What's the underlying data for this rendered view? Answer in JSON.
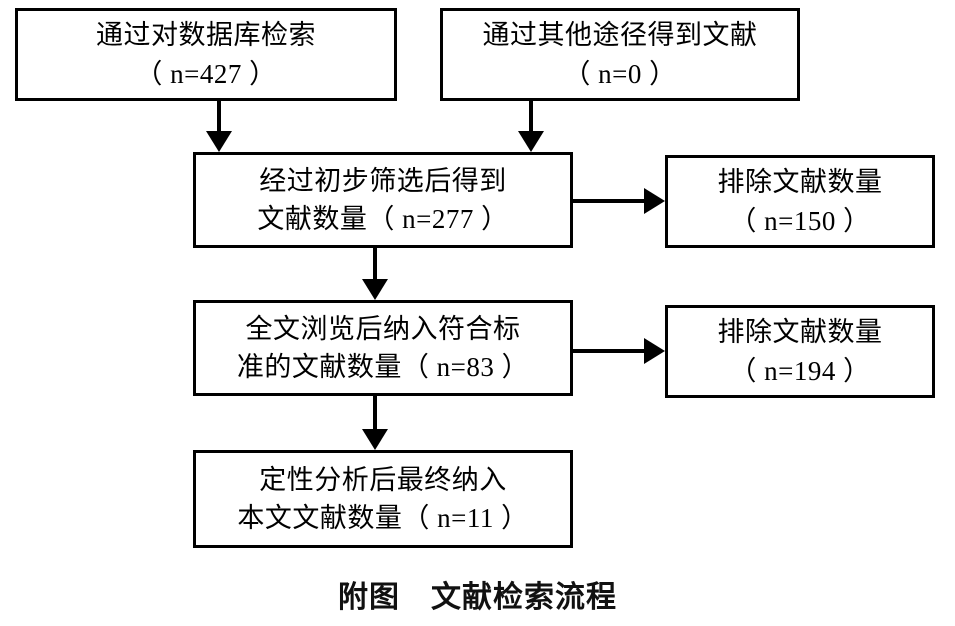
{
  "diagram": {
    "type": "flowchart",
    "title": "附图　文献检索流程",
    "caption": "附图　文献检索流程",
    "background_color": "#ffffff",
    "stroke_color": "#000000",
    "text_color": "#000000",
    "nodes": [
      {
        "id": "db-search",
        "name": "database-search-box",
        "lines": [
          "通过对数据库检索",
          "（ n=427 ）"
        ],
        "count_label": "n=427",
        "count": 427
      },
      {
        "id": "other-sources",
        "name": "other-sources-box",
        "lines": [
          "通过其他途径得到文献",
          "（ n=0 ）"
        ],
        "count_label": "n=0",
        "count": 0
      },
      {
        "id": "screened",
        "name": "screened-records-box",
        "lines": [
          "经过初步筛选后得到",
          "文献数量（ n=277 ）"
        ],
        "count_label": "n=277",
        "count": 277
      },
      {
        "id": "excluded-1",
        "name": "excluded-records-box-1",
        "lines": [
          "排除文献数量",
          "（ n=150 ）"
        ],
        "count_label": "n=150",
        "count": 150
      },
      {
        "id": "full-text",
        "name": "full-text-included-box",
        "lines": [
          "全文浏览后纳入符合标",
          "准的文献数量（ n=83 ）"
        ],
        "count_label": "n=83",
        "count": 83
      },
      {
        "id": "excluded-2",
        "name": "excluded-records-box-2",
        "lines": [
          "排除文献数量",
          "（ n=194 ）"
        ],
        "count_label": "n=194",
        "count": 194
      },
      {
        "id": "final-included",
        "name": "final-included-box",
        "lines": [
          "定性分析后最终纳入",
          "本文文献数量（ n=11 ）"
        ],
        "count_label": "n=11",
        "count": 11
      }
    ],
    "edges": [
      {
        "id": "e1",
        "from": "db-search",
        "to": "screened",
        "direction": "down"
      },
      {
        "id": "e2",
        "from": "other-sources",
        "to": "screened",
        "direction": "down"
      },
      {
        "id": "e3",
        "from": "screened",
        "to": "full-text",
        "direction": "down"
      },
      {
        "id": "e4",
        "from": "full-text",
        "to": "final-included",
        "direction": "down"
      },
      {
        "id": "e5",
        "from": "screened",
        "to": "excluded-1",
        "direction": "right"
      },
      {
        "id": "e6",
        "from": "full-text",
        "to": "excluded-2",
        "direction": "right"
      }
    ]
  }
}
